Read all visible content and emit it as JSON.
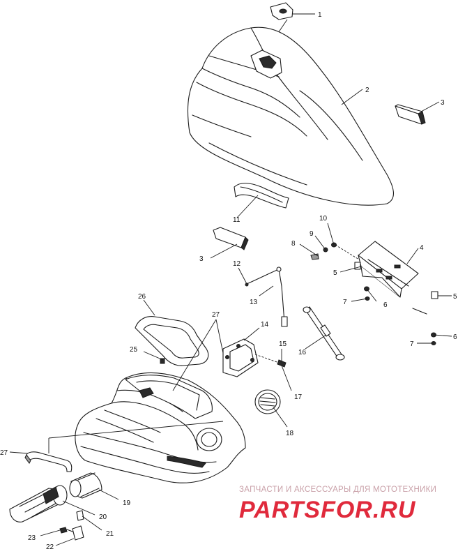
{
  "callouts": {
    "c1": "1",
    "c2": "2",
    "c3a": "3",
    "c3b": "3",
    "c4": "4",
    "c5a": "5",
    "c5b": "5",
    "c6a": "6",
    "c6b": "6",
    "c7a": "7",
    "c7b": "7",
    "c8": "8",
    "c9": "9",
    "c10": "10",
    "c11": "11",
    "c12": "12",
    "c13": "13",
    "c14": "14",
    "c15": "15",
    "c16": "16",
    "c17": "17",
    "c18": "18",
    "c19": "19",
    "c20": "20",
    "c21": "21",
    "c22": "22",
    "c23": "23",
    "c25": "25",
    "c26": "26",
    "c27a": "27",
    "c27b": "27"
  },
  "watermark": {
    "subtitle": "ЗАПЧАСТИ И АКСЕССУАРЫ ДЛЯ МОТОТЕХНИКИ",
    "brand": "PARTSFOR.RU",
    "brand_color": "#e02a3c"
  }
}
